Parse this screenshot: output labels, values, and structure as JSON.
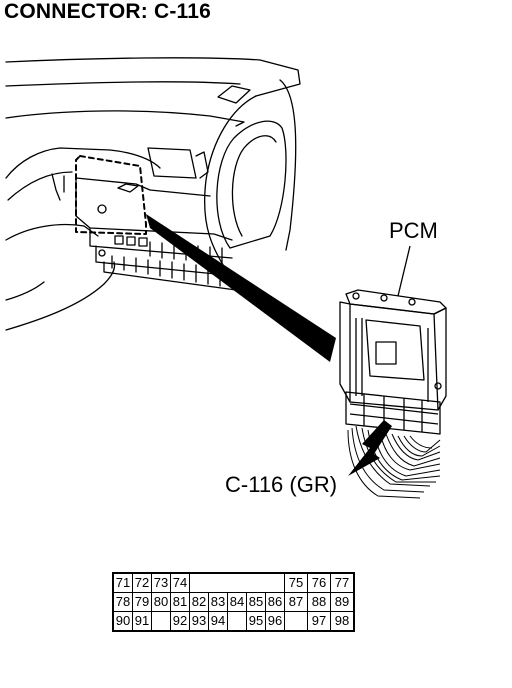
{
  "title": "CONNECTOR: C-116",
  "labels": {
    "pcm": "PCM",
    "connector": "C-116 (GR)"
  },
  "pin_table": {
    "rows": [
      [
        "71",
        "72",
        "73",
        "74",
        "",
        "",
        "",
        "",
        "",
        "75",
        "76",
        "77"
      ],
      [
        "78",
        "79",
        "80",
        "81",
        "82",
        "83",
        "84",
        "85",
        "86",
        "87",
        "88",
        "89"
      ],
      [
        "90",
        "91",
        "",
        "92",
        "93",
        "94",
        "",
        "95",
        "96",
        "",
        "97",
        "98"
      ]
    ]
  }
}
